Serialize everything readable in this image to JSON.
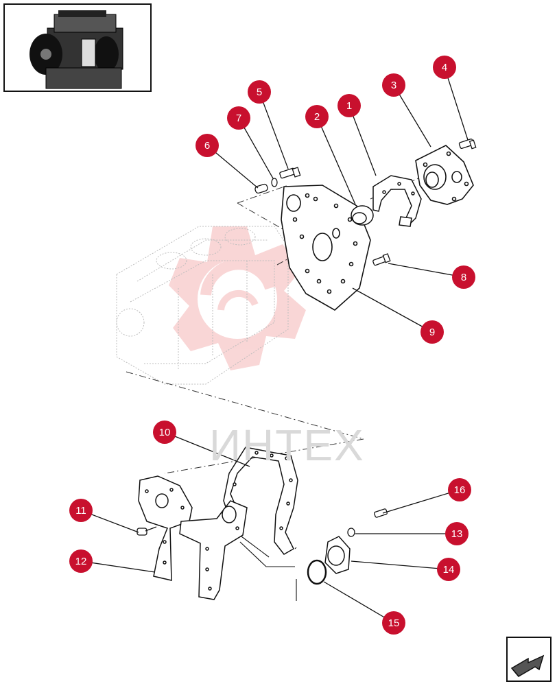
{
  "watermark": {
    "text": "ИНТЕХ",
    "logo": "intex-gear-logo"
  },
  "callouts": [
    "1",
    "2",
    "3",
    "4",
    "5",
    "6",
    "7",
    "8",
    "9",
    "10",
    "11",
    "12",
    "13",
    "14",
    "15",
    "16"
  ],
  "thumbnail": {
    "icon": "engine-thumbnail-icon"
  },
  "navigation": {
    "icon": "next-page-arrow-icon"
  },
  "colors": {
    "callout": "#c8102e",
    "callout_text": "#ffffff",
    "line": "#111111",
    "watermark": "#f2a6a6"
  }
}
